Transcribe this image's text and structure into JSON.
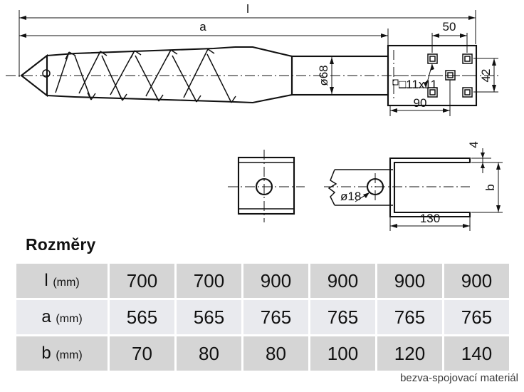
{
  "title": "Rozměry",
  "watermark": "bezva-spojovací materiál",
  "drawing": {
    "main_view": {
      "overall_length_label": "l",
      "thread_length_label": "a",
      "shaft_diameter": "ø68",
      "hole_size": "□11x11",
      "hole_spacing_horizontal": "50",
      "hole_spacing_vertical": "42",
      "plate_length": "90"
    },
    "section_view": {
      "hole_diameter": "ø18",
      "bracket_length": "130",
      "wall_thickness": "4",
      "bracket_width_label": "b"
    }
  },
  "table": {
    "columns": 7,
    "rows": [
      {
        "label": "l",
        "unit": "(mm)",
        "values": [
          "700",
          "700",
          "900",
          "900",
          "900",
          "900"
        ],
        "shade": "dark"
      },
      {
        "label": "a",
        "unit": "(mm)",
        "values": [
          "565",
          "565",
          "765",
          "765",
          "765",
          "765"
        ],
        "shade": "light"
      },
      {
        "label": "b",
        "unit": "(mm)",
        "values": [
          "70",
          "80",
          "80",
          "100",
          "120",
          "140"
        ],
        "shade": "dark"
      }
    ]
  },
  "colors": {
    "row_dark": "#d5d5d5",
    "row_light": "#e9eaee",
    "line": "#111111",
    "background": "#ffffff"
  }
}
